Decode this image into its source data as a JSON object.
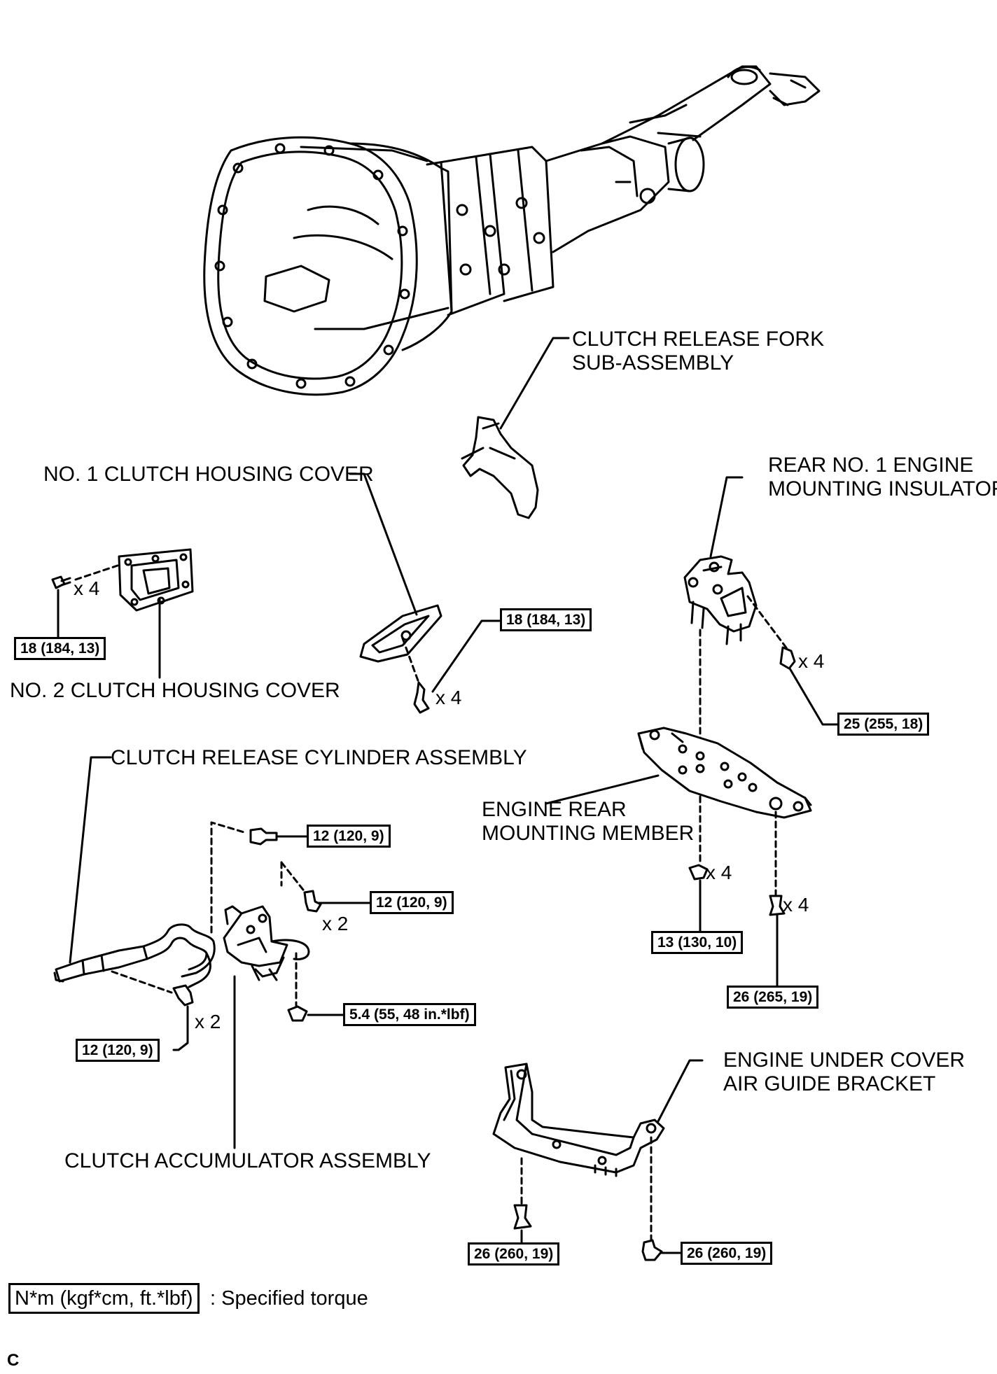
{
  "labels": {
    "release_fork": [
      "CLUTCH RELEASE FORK",
      "SUB-ASSEMBLY"
    ],
    "housing_cover_1": "NO. 1 CLUTCH HOUSING COVER",
    "housing_cover_2": "NO. 2 CLUTCH HOUSING COVER",
    "rear_insulator": [
      "REAR NO. 1 ENGINE",
      "MOUNTING INSULATOR"
    ],
    "release_cylinder": "CLUTCH RELEASE CYLINDER ASSEMBLY",
    "rear_member": [
      "ENGINE REAR",
      "MOUNTING MEMBER"
    ],
    "accumulator": "CLUTCH ACCUMULATOR ASSEMBLY",
    "air_guide_bracket": [
      "ENGINE UNDER COVER",
      "AIR GUIDE BRACKET"
    ]
  },
  "torques": {
    "cover2_bolt": "18 (184, 13)",
    "cover1_bolt": "18 (184, 13)",
    "insulator_bolt": "25 (255, 18)",
    "cyl_bolt_top": "12 (120, 9)",
    "cyl_bolt_mid": "12 (120, 9)",
    "cyl_bolt_low": "12 (120, 9)",
    "cyl_nut": "5.4 (55, 48 in.*lbf)",
    "member_nut": "13 (130, 10)",
    "member_bolt": "26 (265, 19)",
    "bracket_bolt_left": "26 (260, 19)",
    "bracket_bolt_right": "26 (260, 19)"
  },
  "quantities": {
    "cover2": "x 4",
    "cover1": "x 4",
    "insulator": "x 4",
    "cyl_mid": "x 2",
    "cyl_low": "x 2",
    "member_nut": "x 4",
    "member_bolt": "x 4"
  },
  "legend": {
    "box": "N*m (kgf*cm, ft.*lbf)",
    "text": ": Specified torque"
  },
  "corner_code": "C"
}
